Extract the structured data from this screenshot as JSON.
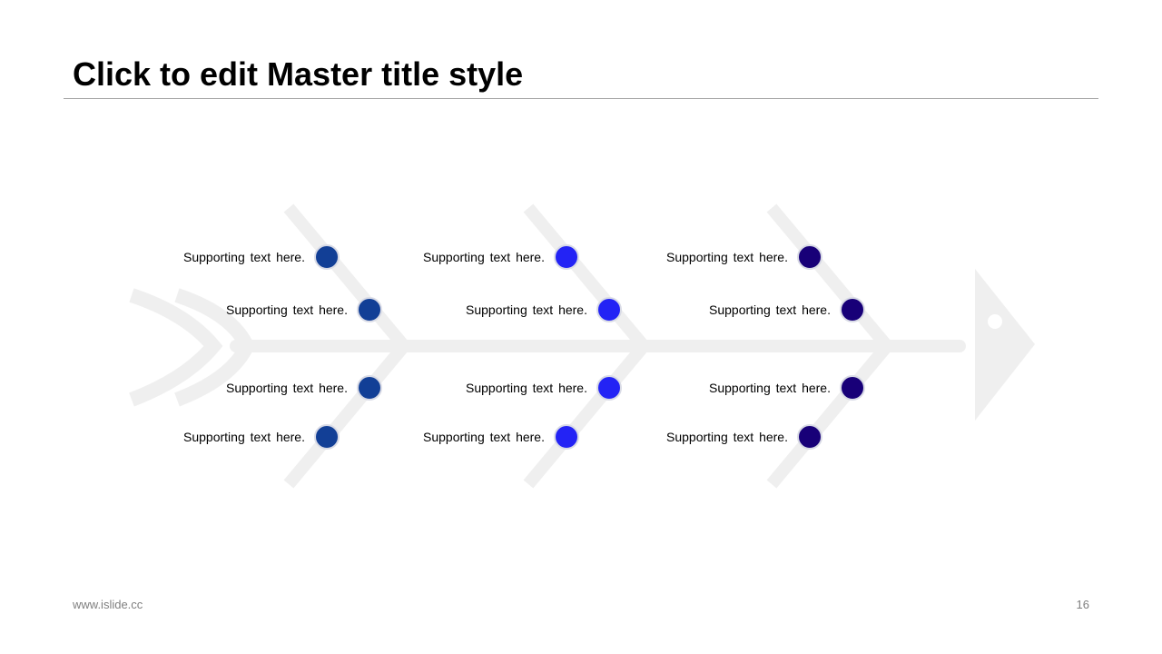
{
  "slide": {
    "title": "Click to edit Master title style",
    "footer_url": "www.islide.cc",
    "page_number": "16"
  },
  "colors": {
    "bone": "#efefef",
    "accent_1": "#123f96",
    "accent_2": "#2323f5",
    "accent_3": "#180078"
  },
  "nodes": [
    {
      "label": "Supporting text here.",
      "group": 1,
      "slot": "top-outer"
    },
    {
      "label": "Supporting text here.",
      "group": 1,
      "slot": "top-inner"
    },
    {
      "label": "Supporting text here.",
      "group": 1,
      "slot": "bottom-inner"
    },
    {
      "label": "Supporting text here.",
      "group": 1,
      "slot": "bottom-outer"
    },
    {
      "label": "Supporting text here.",
      "group": 2,
      "slot": "top-outer"
    },
    {
      "label": "Supporting text here.",
      "group": 2,
      "slot": "top-inner"
    },
    {
      "label": "Supporting text here.",
      "group": 2,
      "slot": "bottom-inner"
    },
    {
      "label": "Supporting text here.",
      "group": 2,
      "slot": "bottom-outer"
    },
    {
      "label": "Supporting text here.",
      "group": 3,
      "slot": "top-outer"
    },
    {
      "label": "Supporting text here.",
      "group": 3,
      "slot": "top-inner"
    },
    {
      "label": "Supporting text here.",
      "group": 3,
      "slot": "bottom-inner"
    },
    {
      "label": "Supporting text here.",
      "group": 3,
      "slot": "bottom-outer"
    }
  ]
}
